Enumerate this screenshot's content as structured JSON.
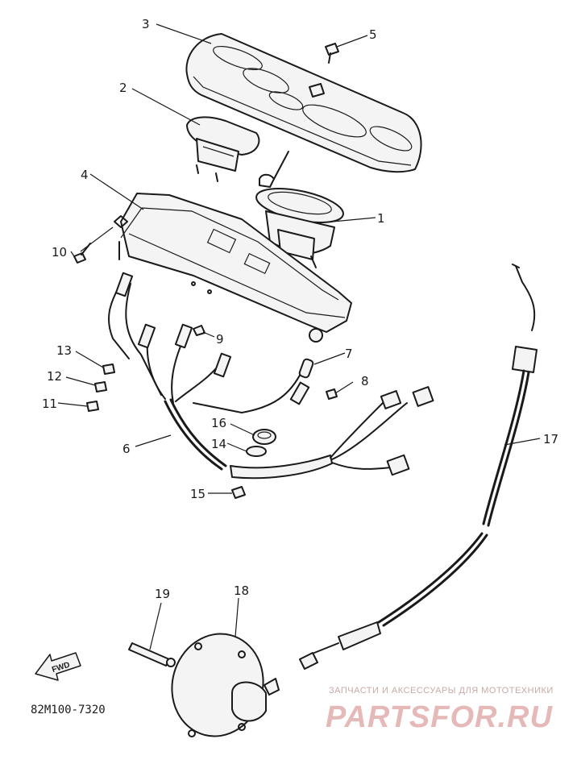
{
  "callouts": [
    {
      "id": "c1",
      "label": "1"
    },
    {
      "id": "c2",
      "label": "2"
    },
    {
      "id": "c3",
      "label": "3"
    },
    {
      "id": "c4",
      "label": "4"
    },
    {
      "id": "c5",
      "label": "5"
    },
    {
      "id": "c6",
      "label": "6"
    },
    {
      "id": "c7",
      "label": "7"
    },
    {
      "id": "c8",
      "label": "8"
    },
    {
      "id": "c9",
      "label": "9"
    },
    {
      "id": "c10",
      "label": "10"
    },
    {
      "id": "c11",
      "label": "11"
    },
    {
      "id": "c12",
      "label": "12"
    },
    {
      "id": "c13",
      "label": "13"
    },
    {
      "id": "c14",
      "label": "14"
    },
    {
      "id": "c15",
      "label": "15"
    },
    {
      "id": "c16",
      "label": "16"
    },
    {
      "id": "c17",
      "label": "17"
    },
    {
      "id": "c18",
      "label": "18"
    },
    {
      "id": "c19",
      "label": "19"
    }
  ],
  "direction_arrow": {
    "label": "FWD"
  },
  "diagram_code": "82M100-7320",
  "watermark": {
    "tagline": "ЗАПЧАСТИ И АКСЕССУАРЫ ДЛЯ МОТОТЕХНИКИ",
    "brand": "PARTSFOR.RU"
  }
}
